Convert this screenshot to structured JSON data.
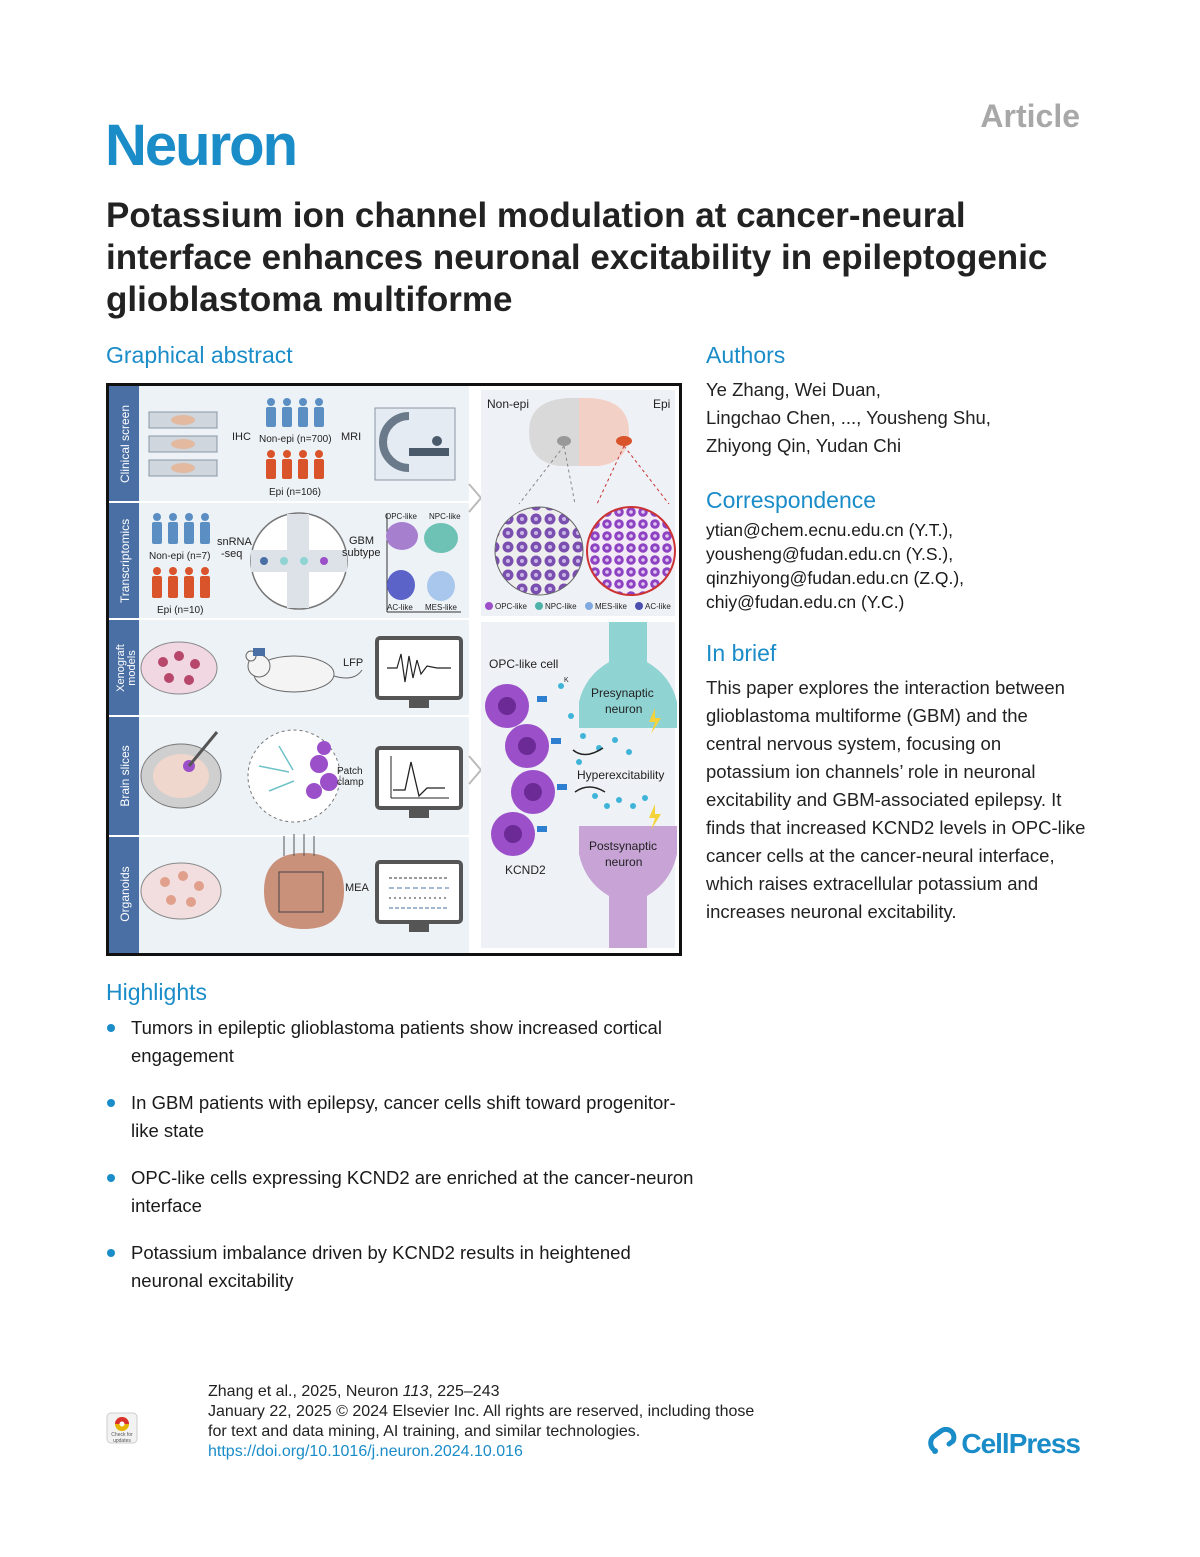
{
  "header": {
    "journal": "Neuron",
    "article_type": "Article",
    "title": "Potassium ion channel modulation at cancer-neural interface enhances neuronal excitability in epileptogenic glioblastoma multiforme"
  },
  "graphical_abstract": {
    "heading": "Graphical abstract",
    "rows": {
      "clinical": {
        "label": "Clinical screen",
        "ihc": "IHC",
        "nonepi": "Non-epi (n=700)",
        "mri": "MRI",
        "epi": "Epi (n=106)"
      },
      "transcriptomics": {
        "label": "Transcriptomics",
        "nonepi": "Non-epi (n=7)",
        "epi": "Epi (n=10)",
        "snrna1": "snRNA",
        "snrna2": "-seq",
        "gbm1": "GBM",
        "gbm2": "subtype",
        "opc": "OPC-like",
        "npc": "NPC-like",
        "ac": "AC-like",
        "mes": "MES-like"
      },
      "xenograft": {
        "label1": "Xenograft",
        "label2": "models",
        "lfp": "LFP"
      },
      "brain": {
        "label": "Brain slices",
        "patch1": "Patch",
        "patch2": "clamp"
      },
      "organoids": {
        "label": "Organoids",
        "mea": "MEA"
      }
    },
    "right_top": {
      "nonepi": "Non-epi",
      "epi": "Epi",
      "legend": [
        "OPC-like",
        "NPC-like",
        "MES-like",
        "AC-like"
      ]
    },
    "right_bottom": {
      "opc_cell": "OPC-like cell",
      "pre1": "Presynaptic",
      "pre2": "neuron",
      "hyper": "Hyperexcitability",
      "post1": "Postsynaptic",
      "post2": "neuron",
      "kcnd2": "KCND2",
      "k": "K"
    }
  },
  "authors": {
    "heading": "Authors",
    "lines": [
      "Ye Zhang, Wei Duan,",
      "Lingchao Chen, ..., Yousheng Shu,",
      "Zhiyong Qin, Yudan Chi"
    ]
  },
  "correspondence": {
    "heading": "Correspondence",
    "lines": [
      "ytian@chem.ecnu.edu.cn (Y.T.),",
      "yousheng@fudan.edu.cn (Y.S.),",
      "qinzhiyong@fudan.edu.cn (Z.Q.),",
      "chiy@fudan.edu.cn (Y.C.)"
    ]
  },
  "in_brief": {
    "heading": "In brief",
    "text": "This paper explores the interaction between glioblastoma multiforme (GBM) and the central nervous system, focusing on potassium ion channels’ role in neuronal excitability and GBM-associated epilepsy. It finds that increased KCND2 levels in OPC-like cancer cells at the cancer-neural interface, which raises extracellular potassium and increases neuronal excitability."
  },
  "highlights": {
    "heading": "Highlights",
    "items": [
      "Tumors in epileptic glioblastoma patients show increased cortical engagement",
      "In GBM patients with epilepsy, cancer cells shift toward progenitor-like state",
      "OPC-like cells expressing KCND2 are enriched at the cancer-neuron interface",
      "Potassium imbalance driven by KCND2 results in heightened neuronal excitability"
    ]
  },
  "footer": {
    "citation_a": "Zhang et al., 2025, Neuron ",
    "citation_vol": "113",
    "citation_b": ", 225–243",
    "line2": "January 22, 2025 © 2024 Elsevier Inc. All rights are reserved, including those",
    "line3": "for text and data mining, AI training, and similar technologies.",
    "doi": "https://doi.org/10.1016/j.neuron.2024.10.016",
    "check_updates": "Check for updates",
    "publisher": "CellPress"
  },
  "colors": {
    "accent": "#1a8cc8",
    "epi_red": "#d9532b",
    "opc_purple": "#9b4fc9",
    "npc_teal": "#4fb3aa",
    "neuron_teal": "#8fd3d3",
    "postsyn_purple": "#c7a3d6"
  }
}
